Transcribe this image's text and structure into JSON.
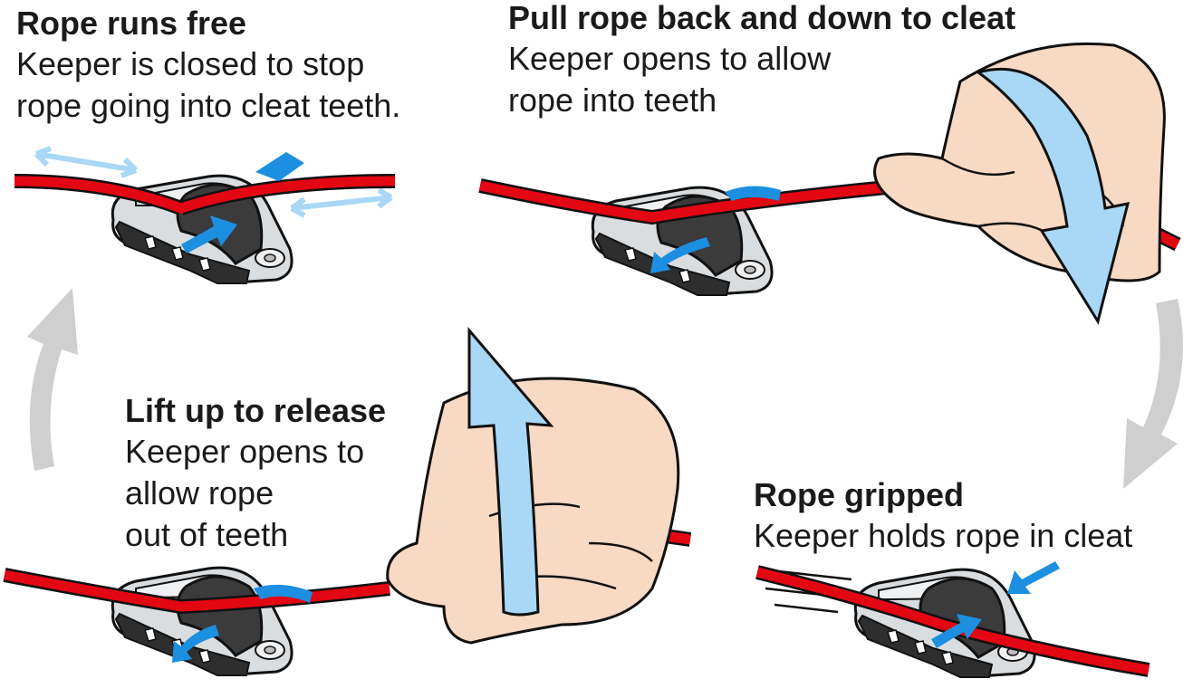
{
  "captions": {
    "rope_runs_free": {
      "title": "Rope runs free",
      "lines": [
        "Keeper is closed to stop",
        "rope going into cleat teeth."
      ]
    },
    "pull_back_down": {
      "title": "Pull rope back and down to cleat",
      "lines": [
        "Keeper opens to allow",
        "rope into teeth"
      ]
    },
    "lift_to_release": {
      "title": "Lift up to release",
      "lines": [
        "Keeper opens to",
        "allow rope",
        "out of teeth"
      ]
    },
    "rope_gripped": {
      "title": "Rope gripped",
      "lines": [
        "Keeper holds rope in cleat"
      ]
    }
  },
  "colors": {
    "rope": "#e30613",
    "arrow_blue": "#1d8fe0",
    "arrow_light": "#a8d8f5",
    "cycle_arrow": "#cfcfcf",
    "skin": "#f7d9c4",
    "cleat_body": "#d9dde0",
    "keeper": "#3b3b3b"
  }
}
